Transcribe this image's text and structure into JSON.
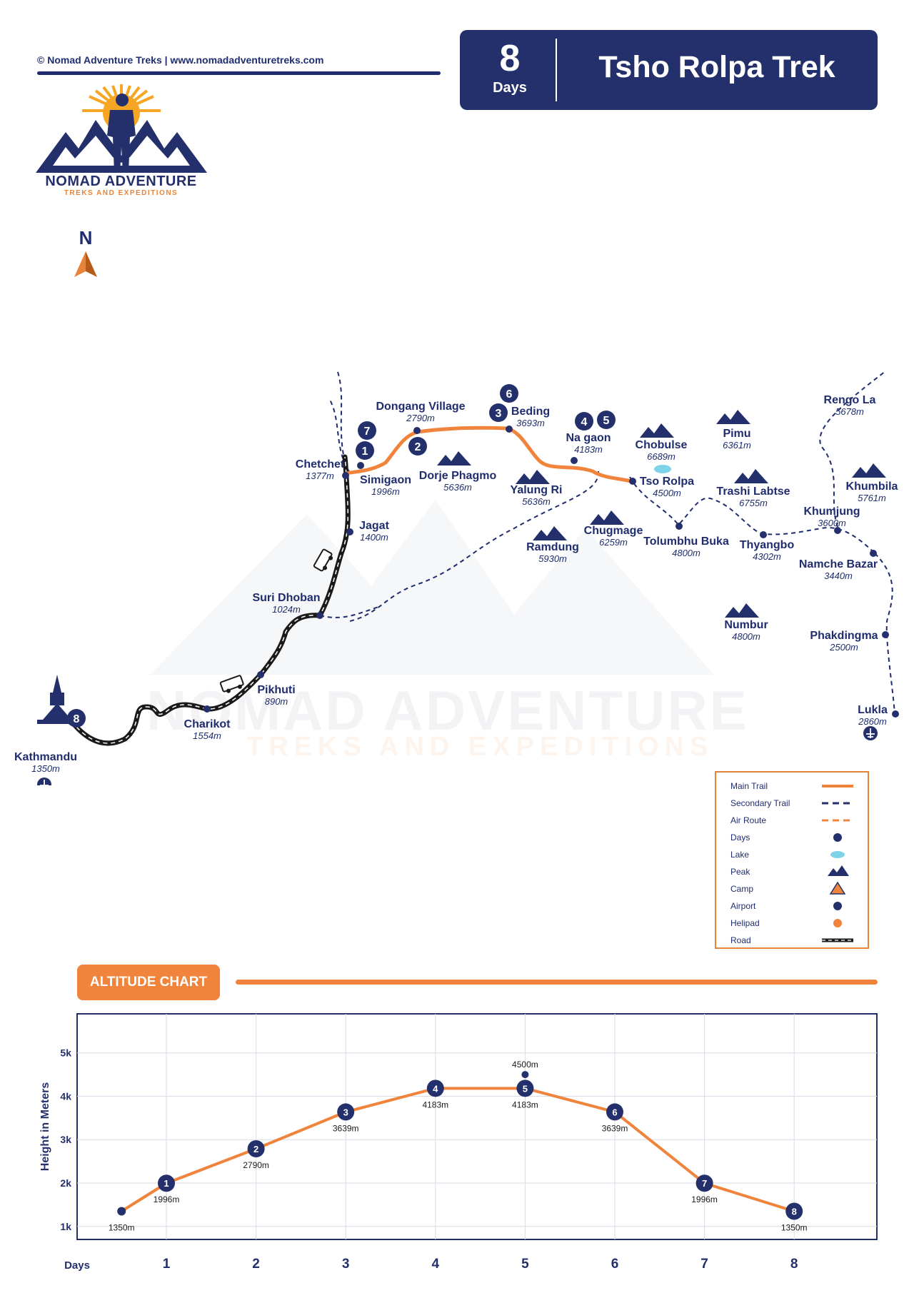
{
  "header": {
    "copyright": "© Nomad Adventure Treks | www.nomadadventuretreks.com",
    "days_number": "8",
    "days_label": "Days",
    "title": "Tsho Rolpa Trek"
  },
  "logo": {
    "name": "NOMAD ADVENTURE",
    "tagline": "TREKS AND EXPEDITIONS"
  },
  "watermark": {
    "name": "NOMAD ADVENTURE",
    "tagline": "TREKS AND EXPEDITIONS"
  },
  "compass": {
    "label": "N"
  },
  "places": [
    {
      "name": "Kathmandu",
      "alt": "1350m"
    },
    {
      "name": "Charikot",
      "alt": "1554m"
    },
    {
      "name": "Pikhuti",
      "alt": "890m"
    },
    {
      "name": "Suri Dhoban",
      "alt": "1024m"
    },
    {
      "name": "Jagat",
      "alt": "1400m"
    },
    {
      "name": "Chetchet",
      "alt": "1377m"
    },
    {
      "name": "Simigaon",
      "alt": "1996m"
    },
    {
      "name": "Dongang Village",
      "alt": "2790m"
    },
    {
      "name": "Beding",
      "alt": "3693m"
    },
    {
      "name": "Na gaon",
      "alt": "4183m"
    },
    {
      "name": "Tso Rolpa",
      "alt": "4500m"
    },
    {
      "name": "Tolumbhu Buka",
      "alt": "4800m"
    },
    {
      "name": "Thyangbo",
      "alt": "4302m"
    },
    {
      "name": "Khumjung",
      "alt": "3600m"
    },
    {
      "name": "Namche Bazar",
      "alt": "3440m"
    },
    {
      "name": "Phakdingma",
      "alt": "2500m"
    },
    {
      "name": "Lukla",
      "alt": "2860m"
    },
    {
      "name": "Rengo La",
      "alt": "5678m"
    }
  ],
  "peaks": [
    {
      "name": "Dorje Phagmo",
      "alt": "5636m"
    },
    {
      "name": "Yalung Ri",
      "alt": "5636m"
    },
    {
      "name": "Ramdung",
      "alt": "5930m"
    },
    {
      "name": "Chugmage",
      "alt": "6259m"
    },
    {
      "name": "Chobulse",
      "alt": "6689m"
    },
    {
      "name": "Pimu",
      "alt": "6361m"
    },
    {
      "name": "Trashi Labtse",
      "alt": "6755m"
    },
    {
      "name": "Khumbila",
      "alt": "5761m"
    },
    {
      "name": "Numbur",
      "alt": "4800m"
    }
  ],
  "day_markers": [
    "1",
    "2",
    "3",
    "4",
    "5",
    "6",
    "7",
    "8"
  ],
  "legend": {
    "items": [
      "Main Trail",
      "Secondary Trail",
      "Air Route",
      "Days",
      "Lake",
      "Peak",
      "Camp",
      "Airport",
      "Helipad",
      "Road"
    ]
  },
  "colors": {
    "navy": "#24306b",
    "orange": "#f0843c",
    "lake": "#7fd3e8"
  },
  "altitude_chart": {
    "tag": "ALTITUDE CHART",
    "ylabel": "Height in Meters",
    "xlabel": "Days",
    "yticks": [
      "1k",
      "2k",
      "3k",
      "4k",
      "5k"
    ],
    "xticks": [
      "1",
      "2",
      "3",
      "4",
      "5",
      "6",
      "7",
      "8"
    ]
  },
  "chart_data": {
    "type": "line",
    "xlabel": "Days",
    "ylabel": "Height in Meters",
    "ylim": [
      700,
      5900
    ],
    "x": [
      0.5,
      1,
      2,
      3,
      4,
      5,
      6,
      7,
      8
    ],
    "y": [
      1350,
      1996,
      2790,
      3639,
      4183,
      4183,
      3639,
      1996,
      1350
    ],
    "point_labels": [
      "",
      "1",
      "2",
      "3",
      "4",
      "5",
      "6",
      "7",
      "8"
    ],
    "value_labels": [
      "1350m",
      "1996m",
      "2790m",
      "3639m",
      "4183m",
      "4183m",
      "3639m",
      "1996m",
      "1350m"
    ],
    "annotation": {
      "x": 5,
      "y": 4500,
      "label": "4500m"
    },
    "grid": true
  }
}
